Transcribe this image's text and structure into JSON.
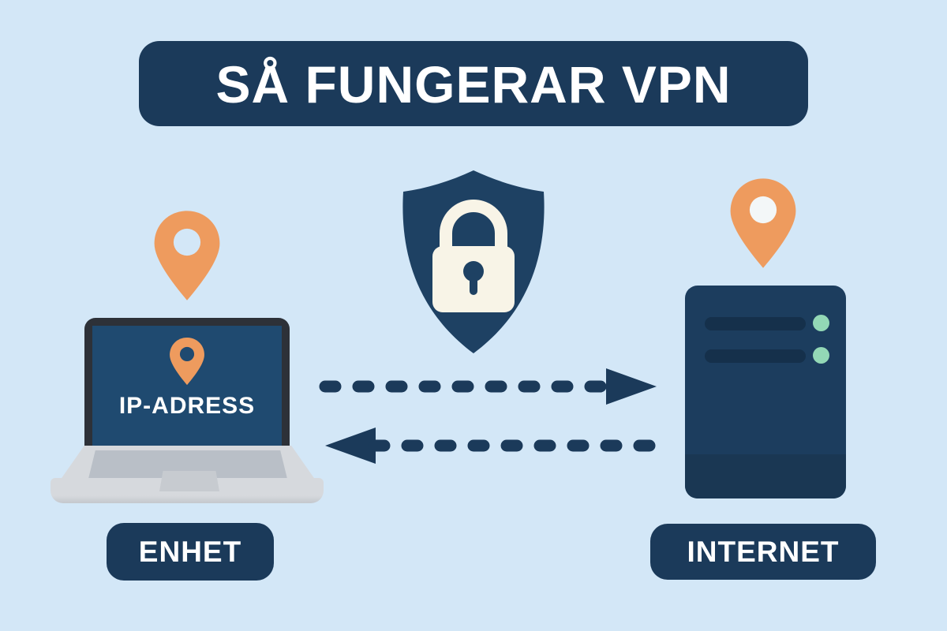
{
  "title": {
    "label": "SÅ FUNGERAR VPN"
  },
  "device": {
    "screen_label": "IP-ADRESS",
    "caption": "ENHET"
  },
  "internet": {
    "caption": "INTERNET"
  },
  "icons": {
    "shield_lock": "shield-with-padlock",
    "pin_above_device": "location-pin",
    "pin_on_screen": "location-pin",
    "pin_above_server": "location-pin",
    "arrow_to_internet": "dashed-arrow-right",
    "arrow_to_device": "dashed-arrow-left"
  },
  "palette": {
    "background": "#d3e7f7",
    "navy": "#1b3a5a",
    "navy_shield": "#1e4163",
    "screen_navy": "#1f4a70",
    "server_navy": "#1c3d5e",
    "server_shade": "#1a3753",
    "slot_navy": "#15304b",
    "orange": "#ee9b5e",
    "cream": "#f8f4e7",
    "teal": "#93d8b6",
    "laptop_frame": "#2d3138",
    "laptop_base": "#d6d9dd",
    "laptop_base_edge": "#c4c8cd",
    "laptop_keys": "#b9bfc7",
    "laptop_pad": "#c7cbd0",
    "pin_hole_right": "#f3f7f8",
    "text_white": "#ffffff"
  }
}
